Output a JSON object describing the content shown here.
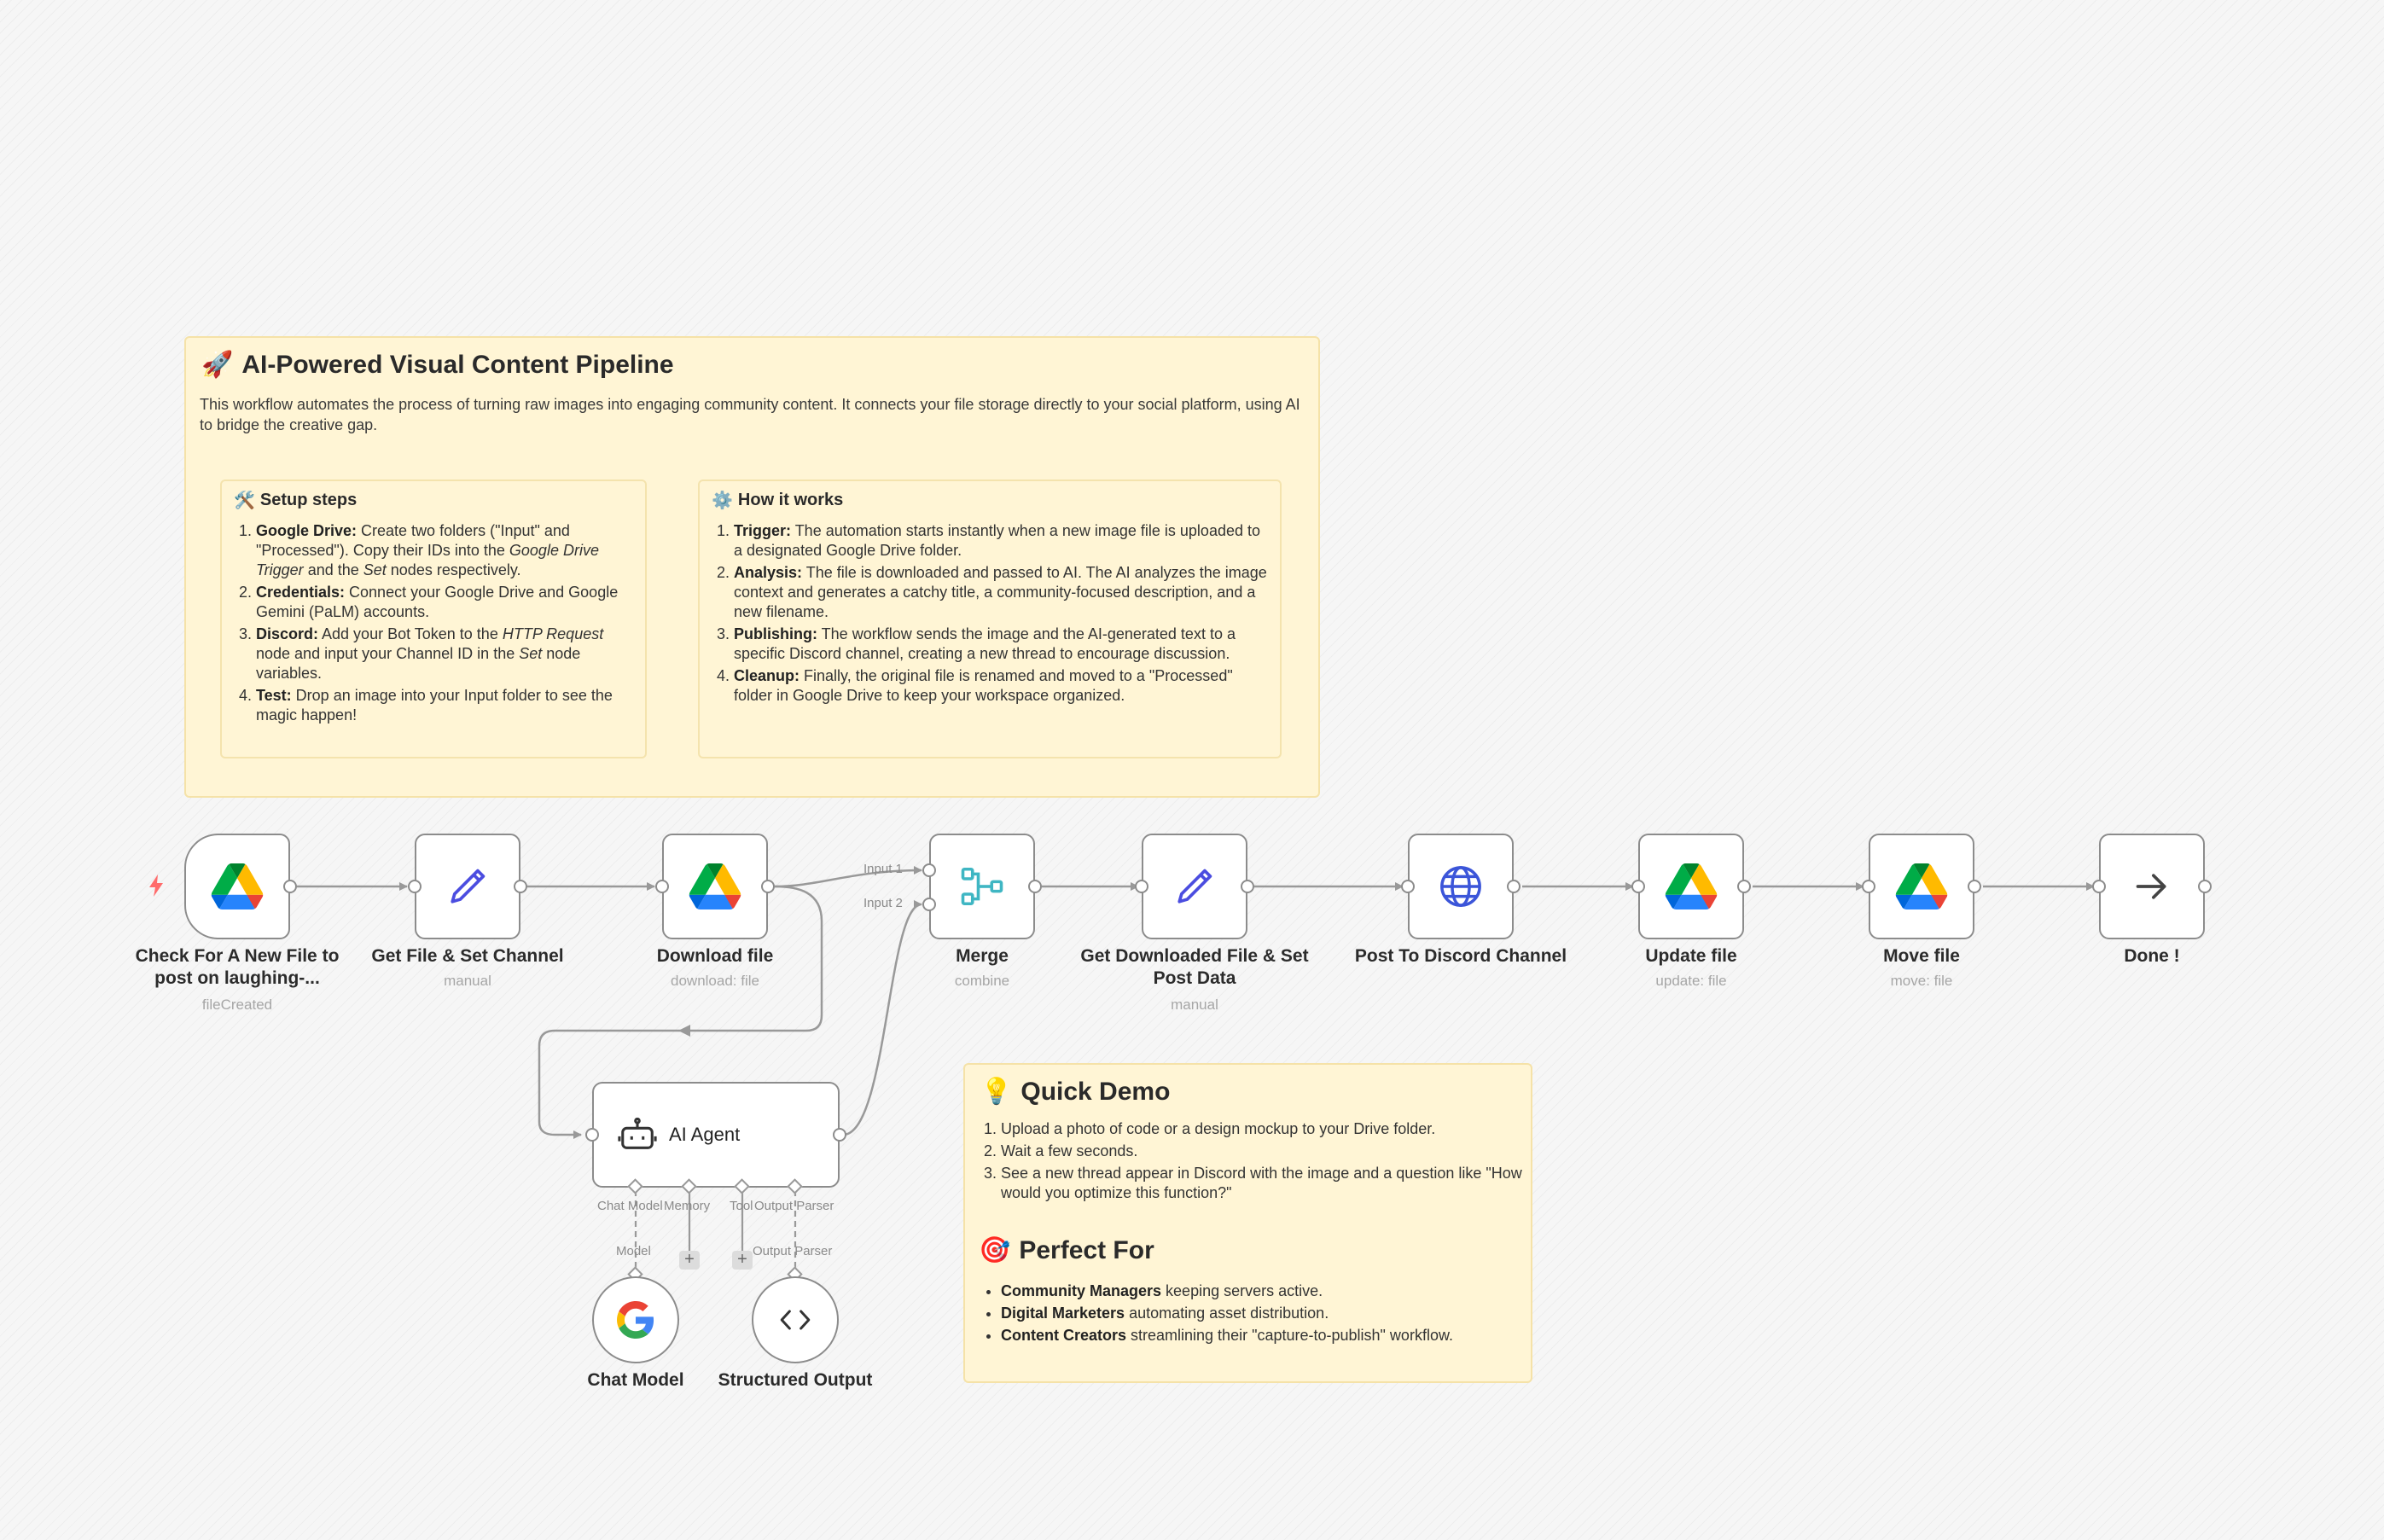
{
  "intro": {
    "emoji": "🚀",
    "title": "AI-Powered Visual Content Pipeline",
    "description": "This workflow automates the process of turning raw images into engaging community content. It connects your file storage directly to your social platform, using AI to bridge the creative gap."
  },
  "setup": {
    "emoji": "🛠️",
    "title": "Setup steps",
    "steps": [
      {
        "head": "Google Drive:",
        "parts": [
          " Create two folders (\"Input\" and \"Processed\"). Copy their IDs into the ",
          "Google Drive Trigger",
          " and the ",
          "Set",
          " nodes respectively."
        ]
      },
      {
        "head": "Credentials:",
        "parts": [
          " Connect your Google Drive and Google Gemini (PaLM) accounts."
        ]
      },
      {
        "head": "Discord:",
        "parts": [
          " Add your Bot Token to the ",
          "HTTP Request",
          " node and input your Channel ID in the ",
          "Set",
          " node variables."
        ]
      },
      {
        "head": "Test:",
        "parts": [
          " Drop an image into your Input folder to see the magic happen!"
        ]
      }
    ]
  },
  "how": {
    "emoji": "⚙️",
    "title": "How it works",
    "steps": [
      {
        "head": "Trigger:",
        "text": " The automation starts instantly when a new image file is uploaded to a designated Google Drive folder."
      },
      {
        "head": "Analysis:",
        "text": " The file is downloaded and passed to AI. The AI analyzes the image context and generates a catchy title, a community-focused description, and a new filename."
      },
      {
        "head": "Publishing:",
        "text": " The workflow sends the image and the AI-generated text to a specific Discord channel, creating a new thread to encourage discussion."
      },
      {
        "head": "Cleanup:",
        "text": " Finally, the original file is renamed and moved to a \"Processed\" folder in Google Drive to keep your workspace organized."
      }
    ]
  },
  "demo": {
    "emoji": "💡",
    "title": "Quick Demo",
    "steps": [
      "Upload a photo of code or a design mockup to your Drive folder.",
      "Wait a few seconds.",
      "See a new thread appear in Discord with the image and a question like \"How would you optimize this function?\""
    ]
  },
  "perfect": {
    "emoji": "🎯",
    "title": "Perfect For",
    "items": [
      {
        "head": "Community Managers",
        "text": " keeping servers active."
      },
      {
        "head": "Digital Marketers",
        "text": " automating asset distribution."
      },
      {
        "head": "Content Creators",
        "text": " streamlining their \"capture-to-publish\" workflow."
      }
    ]
  },
  "nodes": {
    "trigger": {
      "name": "Check For A New File to post on laughing-...",
      "sub": "fileCreated",
      "icon": "google-drive-icon"
    },
    "set_channel": {
      "name": "Get File & Set Channel",
      "sub": "manual",
      "icon": "pencil-icon"
    },
    "download": {
      "name": "Download file",
      "sub": "download: file",
      "icon": "google-drive-icon"
    },
    "merge": {
      "name": "Merge",
      "sub": "combine",
      "icon": "merge-icon",
      "input1": "Input 1",
      "input2": "Input 2"
    },
    "set_post": {
      "name": "Get Downloaded File & Set Post Data",
      "sub": "manual",
      "icon": "pencil-icon"
    },
    "discord": {
      "name": "Post To Discord Channel",
      "icon": "globe-icon"
    },
    "update": {
      "name": "Update file",
      "sub": "update: file",
      "icon": "google-drive-icon"
    },
    "move": {
      "name": "Move file",
      "sub": "move: file",
      "icon": "google-drive-icon"
    },
    "done": {
      "name": "Done !",
      "icon": "arrow-right-icon"
    },
    "agent": {
      "name": "AI Agent",
      "icon": "robot-icon",
      "port_chat": "Chat Model",
      "port_memory": "Memory",
      "port_tool": "Tool",
      "port_parser": "Output Parser"
    },
    "chat_model": {
      "name": "Chat Model",
      "icon": "google-icon",
      "link_label": "Model"
    },
    "structured": {
      "name": "Structured Output",
      "icon": "code-icon",
      "link_label": "Output Parser"
    }
  },
  "colors": {
    "sticky_bg": "#fff5d5",
    "sticky_border": "#f5e2a8",
    "node_border": "#8c8c8c",
    "merge_accent": "#3fb6c3",
    "edit_accent": "#4b4de0",
    "globe_accent": "#3b55d9",
    "trigger_bolt": "#ff6b6b"
  }
}
